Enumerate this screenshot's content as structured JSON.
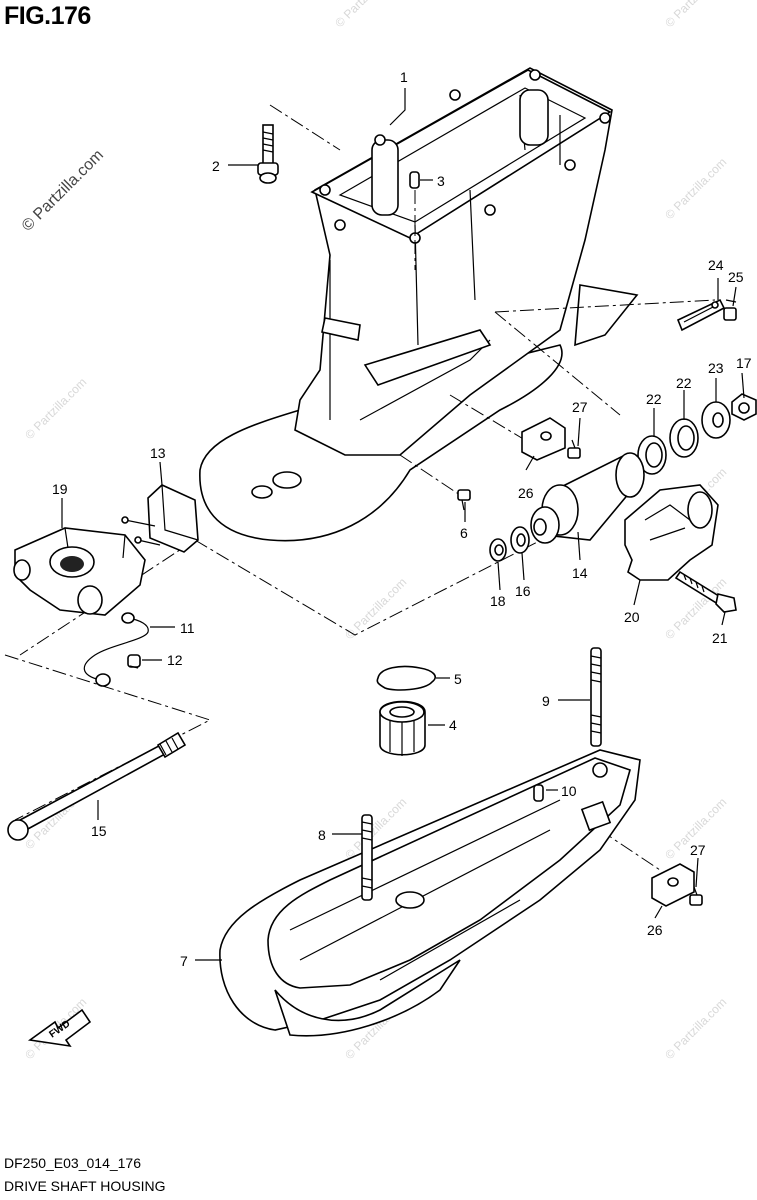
{
  "figure": {
    "title": "FIG.176",
    "code": "DF250_E03_014_176",
    "name": "DRIVE SHAFT HOUSING"
  },
  "watermark": {
    "text": "© Partzilla.com",
    "main_text": "© Partzilla.com"
  },
  "callouts": [
    "1",
    "2",
    "3",
    "4",
    "5",
    "6",
    "7",
    "8",
    "9",
    "10",
    "11",
    "12",
    "13",
    "14",
    "15",
    "16",
    "17",
    "18",
    "19",
    "20",
    "21",
    "22",
    "22",
    "23",
    "24",
    "25",
    "26",
    "26",
    "27",
    "27"
  ],
  "direction_badge": "FWD"
}
